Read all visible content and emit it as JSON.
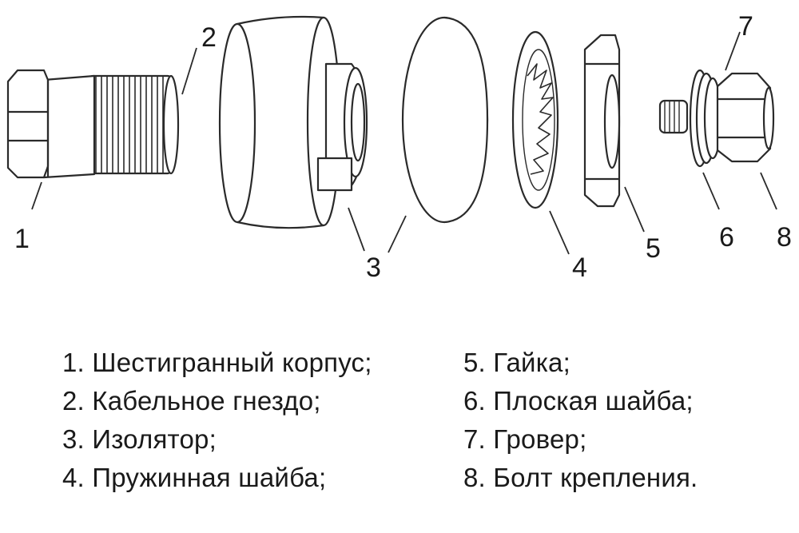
{
  "callouts": {
    "n1": "1",
    "n2": "2",
    "n3": "3",
    "n4": "4",
    "n5": "5",
    "n6": "6",
    "n7": "7",
    "n8": "8"
  },
  "legend": {
    "left": [
      "1. Шестигранный корпус;",
      "2. Кабельное гнездо;",
      "3. Изолятор;",
      "4. Пружинная шайба;"
    ],
    "right": [
      "5. Гайка;",
      "6. Плоская шайба;",
      "7. Гровер;",
      "8. Болт крепления."
    ]
  },
  "colors": {
    "stroke": "#2a2a2a",
    "fill": "#ffffff"
  }
}
